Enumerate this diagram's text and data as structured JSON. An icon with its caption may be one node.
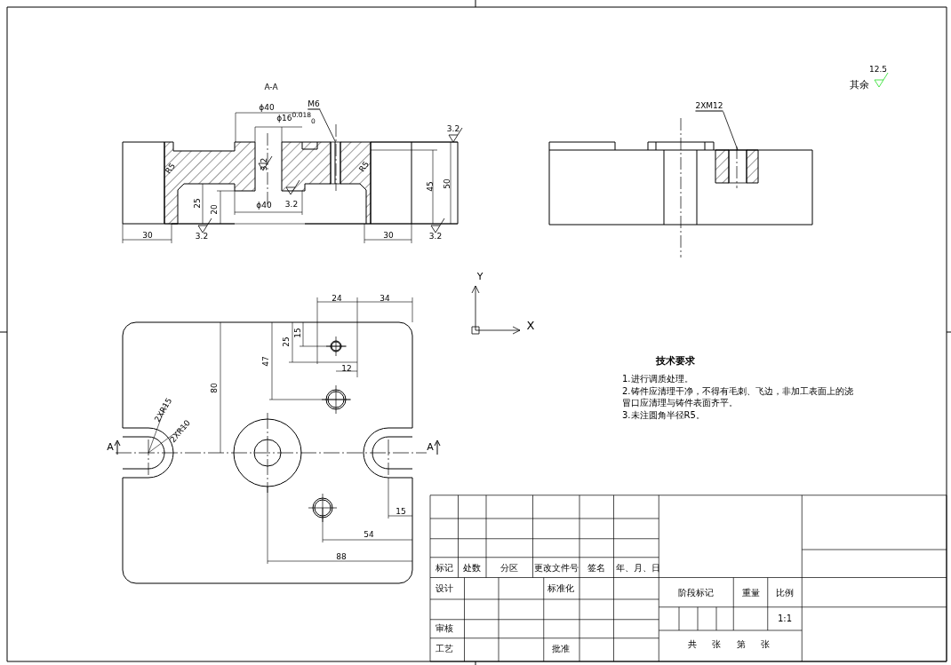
{
  "diagram": {
    "nodes": [
      {
        "text": [
          "M6"
        ]
      },
      {
        "text": [
          "2XM12"
        ]
      },
      {
        "text": [],
        "shape": "box"
      },
      {
        "text": [],
        "shape": "box"
      }
    ],
    "edges": [
      {
        "from": 0,
        "to": 2,
        "arrow": "none"
      },
      {
        "from": 1,
        "to": 3,
        "arrow": "none"
      }
    ],
    "labels": [
      "A-A",
      "ϕ40",
      "ϕ16$^{0.018}$$_{0}$",
      "3.2",
      "R5",
      "3.2",
      "R5",
      "45",
      "50",
      "25",
      "20",
      "ϕ40",
      "3.2",
      "30",
      "3.2",
      "30",
      "3.2",
      "其余",
      "12.5",
      "Y",
      "24",
      "34",
      "X",
      "15",
      "25",
      "47",
      "80",
      "12",
      "2XR15",
      "2XR10",
      "A",
      "A",
      "15",
      "54",
      "88",
      "技术要求",
      "1.进行调质处理。",
      "2.铸件应清理干净，不得有毛刺、飞边，非加工表面上的浇冒口应清理与铸件表面齐平。",
      "3.未注圆角半径R5。",
      "标记",
      "处数",
      "分区",
      "更改文件号",
      "签名",
      "年、月、日",
      "设计",
      "标准化",
      "阶段标记",
      "重量",
      "比例",
      "1:1",
      "审核",
      "工艺",
      "批准",
      "共 张 第 张"
    ]
  }
}
